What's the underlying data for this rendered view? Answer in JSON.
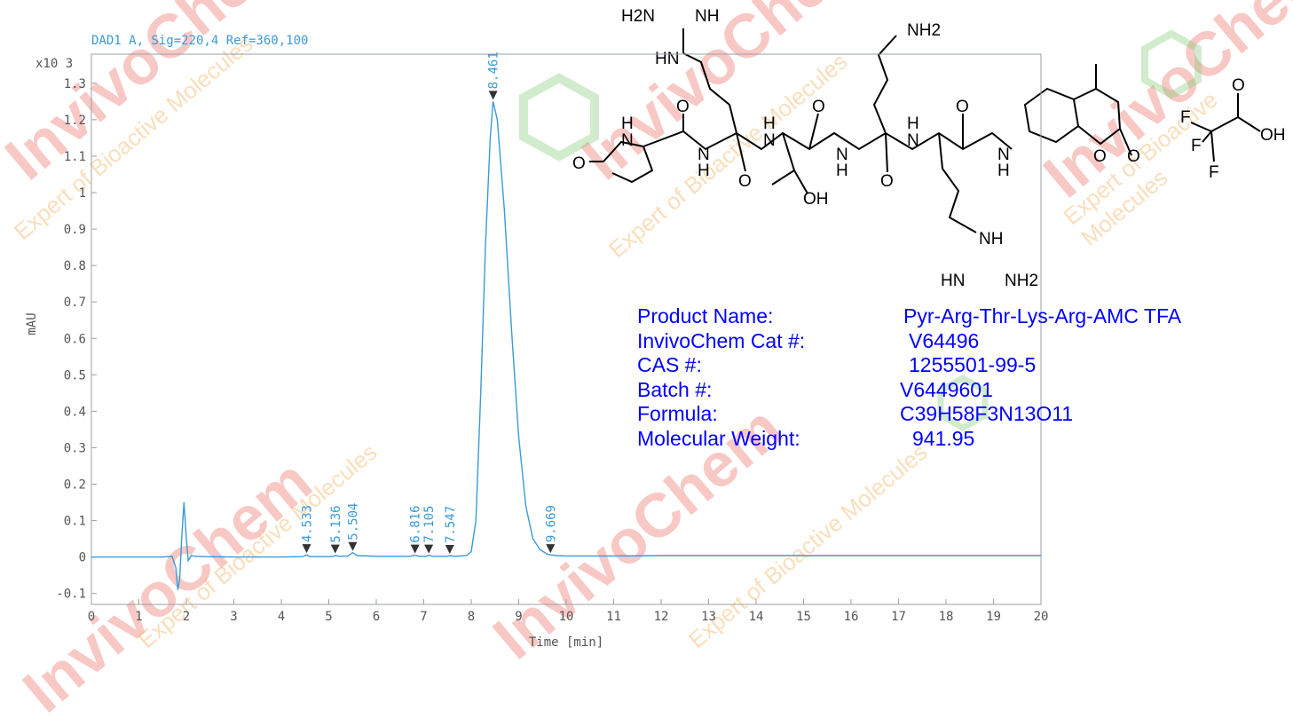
{
  "chart_data": {
    "type": "line",
    "title": "DAD1 A, Sig=220,4 Ref=360,100",
    "xlabel": "Time [min]",
    "ylabel": "mAU",
    "y_multiplier": "x10 3",
    "xlim": [
      0,
      20
    ],
    "ylim": [
      -0.13,
      1.38
    ],
    "x_ticks": [
      0,
      1,
      2,
      3,
      4,
      5,
      6,
      7,
      8,
      9,
      10,
      11,
      12,
      13,
      14,
      15,
      16,
      17,
      18,
      19,
      20
    ],
    "y_ticks": [
      -0.1,
      0,
      0.1,
      0.2,
      0.3,
      0.4,
      0.5,
      0.6,
      0.7,
      0.8,
      0.9,
      1,
      1.1,
      1.2,
      1.3
    ],
    "y_tick_labels": [
      "-0.1",
      "0",
      "0.1",
      "0.2",
      "0.3",
      "0.4",
      "0.5",
      "0.6",
      "0.7",
      "0.8",
      "0.9",
      "1",
      "1.1",
      "1.2",
      "1.3"
    ],
    "grid": false,
    "series": [
      {
        "color": "#3a9ad9",
        "x": [
          0,
          0.5,
          1,
          1.5,
          1.7,
          1.78,
          1.82,
          1.86,
          1.9,
          1.95,
          2.0,
          2.04,
          2.1,
          2.2,
          2.4,
          3,
          4,
          4.45,
          4.53,
          4.6,
          5,
          5.1,
          5.14,
          5.2,
          5.4,
          5.5,
          5.6,
          6,
          6.7,
          6.82,
          6.9,
          7.05,
          7.1,
          7.2,
          7.5,
          7.55,
          7.65,
          7.9,
          8.0,
          8.1,
          8.2,
          8.3,
          8.4,
          8.46,
          8.55,
          8.7,
          8.85,
          9.0,
          9.15,
          9.3,
          9.45,
          9.6,
          9.67,
          9.8,
          10,
          11,
          12,
          13,
          14,
          15,
          16,
          17,
          18,
          19,
          20
        ],
        "y": [
          0,
          0,
          0,
          0,
          0.002,
          -0.03,
          -0.09,
          -0.06,
          0.05,
          0.15,
          0.05,
          -0.01,
          0.004,
          0.002,
          0.001,
          0,
          0,
          0.001,
          0.006,
          0.001,
          0.001,
          0.002,
          0.005,
          0.002,
          0.003,
          0.012,
          0.004,
          0.002,
          0.002,
          0.005,
          0.002,
          0.002,
          0.005,
          0.002,
          0.002,
          0.004,
          0.002,
          0.004,
          0.015,
          0.1,
          0.45,
          0.85,
          1.15,
          1.25,
          1.2,
          0.95,
          0.62,
          0.33,
          0.14,
          0.05,
          0.02,
          0.008,
          0.006,
          0.004,
          0.003,
          0.003,
          0.004,
          0.004,
          0.004,
          0.004,
          0.004,
          0.004,
          0.004,
          0.004,
          0.004
        ]
      }
    ],
    "peaks": [
      {
        "label": "4.533",
        "x": 4.533,
        "y": 0.006
      },
      {
        "label": "5.136",
        "x": 5.136,
        "y": 0.005
      },
      {
        "label": "5.504",
        "x": 5.504,
        "y": 0.012
      },
      {
        "label": "6.816",
        "x": 6.816,
        "y": 0.005
      },
      {
        "label": "7.105",
        "x": 7.105,
        "y": 0.005
      },
      {
        "label": "7.547",
        "x": 7.547,
        "y": 0.004
      },
      {
        "label": "8.461",
        "x": 8.461,
        "y": 1.25
      },
      {
        "label": "9.669",
        "x": 9.669,
        "y": 0.006
      }
    ]
  },
  "product_info": [
    {
      "label": "Product Name:",
      "value": "Pyr-Arg-Thr-Lys-Arg-AMC TFA"
    },
    {
      "label": "InvivoChem Cat #:",
      "value": "V64496"
    },
    {
      "label": "CAS #:",
      "value": "1255501-99-5"
    },
    {
      "label": "Batch #:",
      "value": "V6449601"
    },
    {
      "label": "Formula:",
      "value": "C39H58F3N13O11"
    },
    {
      "label": "Molecular Weight:",
      "value": "941.95"
    }
  ],
  "structure_labels": {
    "guan1_h2n": "H2N",
    "guan1_nh": "NH",
    "guan1_hn": "HN",
    "lys_nh2": "NH2",
    "pyro_h": "H",
    "pyro_n": "N",
    "pyro_o": "O",
    "amide_o1": "O",
    "amide_n1": "N",
    "amide_h1": "H",
    "amide_h2": "H",
    "amide_n2": "N",
    "amide_o2": "O",
    "thr_oh": "OH",
    "amide_n3": "N",
    "amide_h3": "H",
    "amide_o3": "O",
    "amide_o4": "O",
    "amide_h4": "H",
    "amide_n4": "N",
    "amide_o5": "O",
    "amide_n5": "N",
    "amide_h5": "H",
    "coumarin_o_ring": "O",
    "coumarin_o_keto": "O",
    "guan2_nh": "NH",
    "guan2_hn": "HN",
    "guan2_nh2": "NH2",
    "tfa_o": "O",
    "tfa_oh": "OH",
    "tfa_f1": "F",
    "tfa_f2": "F",
    "tfa_f3": "F"
  },
  "watermark": {
    "brand": "InvivoChem",
    "tagline": "Expert of Bioactive Molecules",
    "colors": {
      "red": "#e8483f",
      "green": "#7cc96c",
      "orange": "#f3b56a"
    }
  }
}
